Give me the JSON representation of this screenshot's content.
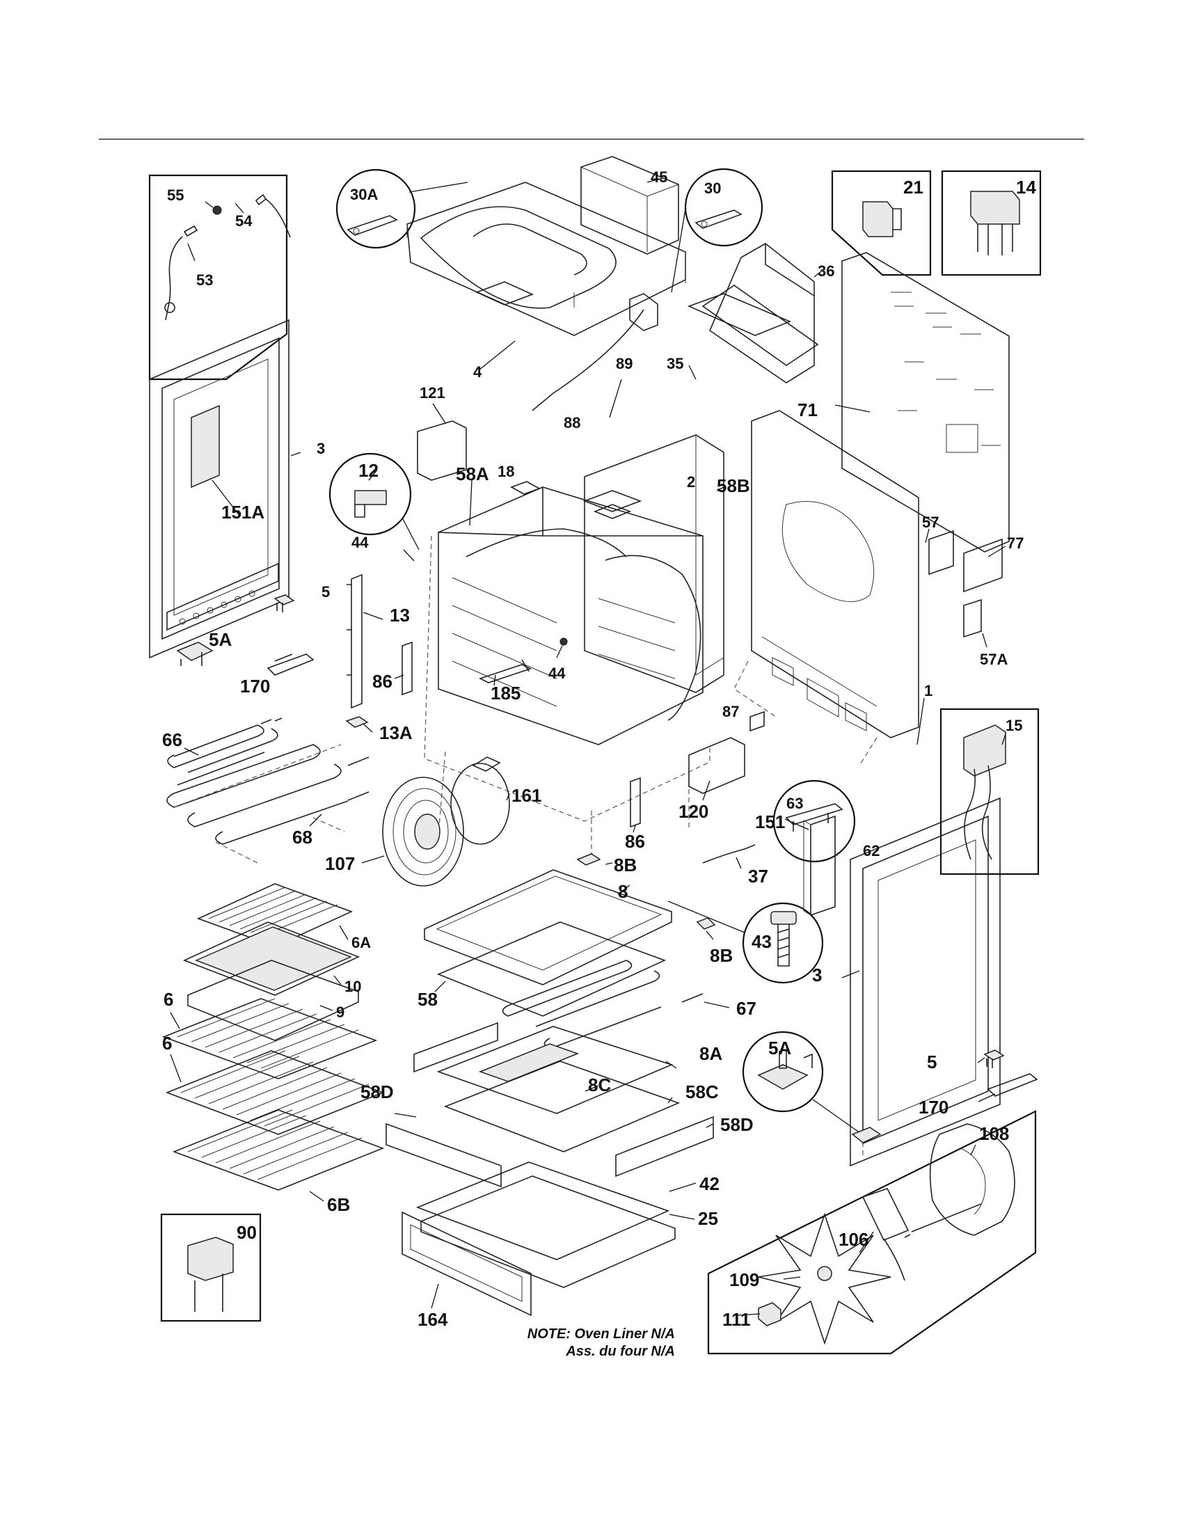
{
  "note": {
    "line1": "NOTE: Oven Liner N/A",
    "line2": "Ass. du four N/A"
  },
  "labels": {
    "p55": "55",
    "p54": "54",
    "p53": "53",
    "p30A": "30A",
    "p45": "45",
    "p30": "30",
    "p21": "21",
    "p14": "14",
    "p36": "36",
    "p4": "4",
    "p89": "89",
    "p35": "35",
    "p71": "71",
    "p121": "121",
    "p88": "88",
    "p3a": "3",
    "p12": "12",
    "p18": "18",
    "p2": "2",
    "p58B": "58B",
    "p58A": "58A",
    "p151A": "151A",
    "p44a": "44",
    "p57": "57",
    "p77": "77",
    "p5a": "5",
    "p13": "13",
    "p5Aa": "5A",
    "p44b": "44",
    "p86a": "86",
    "p185": "185",
    "p170a": "170",
    "p57A": "57A",
    "p1": "1",
    "p15": "15",
    "p87": "87",
    "p13A": "13A",
    "p66": "66",
    "p63": "63",
    "p62": "62",
    "p161": "161",
    "p120": "120",
    "p68": "68",
    "p86b": "86",
    "p151": "151",
    "p107": "107",
    "p8B_a": "8B",
    "p37": "37",
    "p8": "8",
    "p43": "43",
    "p6A": "6A",
    "p8B_b": "8B",
    "p3b": "3",
    "p10": "10",
    "p6a": "6",
    "p58": "58",
    "p9": "9",
    "p67": "67",
    "p6b": "6",
    "p5Ab": "5A",
    "p8A": "8A",
    "p5b": "5",
    "p58D_a": "58D",
    "p8C": "8C",
    "p58C": "58C",
    "p170b": "170",
    "p58D_b": "58D",
    "p108": "108",
    "p42": "42",
    "p25": "25",
    "p6B": "6B",
    "p106": "106",
    "p90": "90",
    "p109": "109",
    "p164": "164",
    "p111": "111"
  },
  "icons": [
    "oven-cavity",
    "oven-door-frame",
    "bake-element",
    "broil-element",
    "convection-fan-assembly",
    "oven-rack",
    "broiler-pan",
    "storage-drawer",
    "back-panel",
    "thermostat-sensor"
  ]
}
